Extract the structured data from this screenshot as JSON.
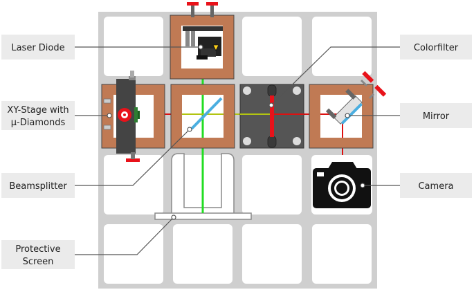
{
  "labels": {
    "laser_diode": "Laser Diode",
    "xy_stage_line1": "XY-Stage with",
    "xy_stage_line2": "µ-Diamonds",
    "beamsplitter": "Beamsplitter",
    "protective_screen_line1": "Protective",
    "protective_screen_line2": "Screen",
    "colorfilter": "Colorfilter",
    "mirror": "Mirror",
    "camera": "Camera"
  },
  "colors": {
    "laser_green": "#22dd22",
    "laser_red": "#dd1111",
    "mount_copper": "#c07a54",
    "board_gray": "#cfcfcf",
    "beamsplitter_blue": "#4aaee0"
  }
}
